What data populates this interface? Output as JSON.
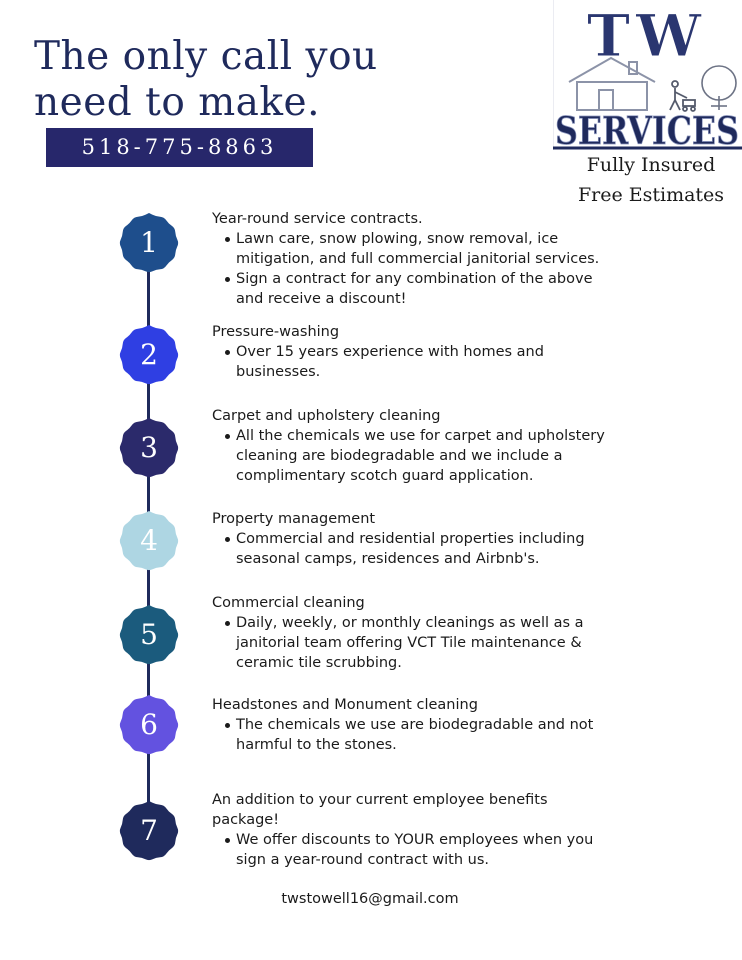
{
  "headline": {
    "line1": "The only call you",
    "line2": "need to make."
  },
  "phone": "518-775-8863",
  "logo": {
    "letters": "TW",
    "word": "SERVICES",
    "colors": {
      "primary": "#1f2a5c",
      "secondary": "#3e4a86"
    },
    "icons": [
      "house-icon",
      "lawnmower-person-icon",
      "tree-icon"
    ]
  },
  "taglines": [
    "Fully Insured",
    "Free Estimates"
  ],
  "services": [
    {
      "number": "1",
      "color": "#1e4e8c",
      "title": "Year-round service contracts.",
      "bullets": [
        "Lawn care, snow plowing, snow removal, ice mitigation, and full commercial janitorial services.",
        "Sign a contract for any combination of the above and receive a discount!"
      ]
    },
    {
      "number": "2",
      "color": "#2f3fe3",
      "title": "Pressure-washing",
      "bullets": [
        "Over 15 years experience with homes and businesses."
      ]
    },
    {
      "number": "3",
      "color": "#2b2a6b",
      "title": "Carpet and upholstery cleaning",
      "bullets": [
        "All the chemicals we use for carpet and upholstery cleaning are biodegradable and we include a complimentary scotch guard application."
      ]
    },
    {
      "number": "4",
      "color": "#aed6e3",
      "title": "Property management",
      "bullets": [
        "Commercial and residential properties including seasonal camps, residences and Airbnb's."
      ]
    },
    {
      "number": "5",
      "color": "#1b5b7d",
      "title": "Commercial cleaning",
      "bullets": [
        "Daily, weekly, or monthly cleanings as well as a janitorial team offering VCT Tile maintenance & ceramic tile scrubbing."
      ]
    },
    {
      "number": "6",
      "color": "#6352e0",
      "title": "Headstones and Monument cleaning",
      "bullets": [
        "The chemicals we use are biodegradable and not harmful to the stones."
      ]
    },
    {
      "number": "7",
      "color": "#1f2a5c",
      "title": "An addition to your current employee benefits package!",
      "bullets": [
        "We offer discounts to YOUR employees when you sign a year-round contract with us."
      ]
    }
  ],
  "email": "twstowell16@gmail.com"
}
